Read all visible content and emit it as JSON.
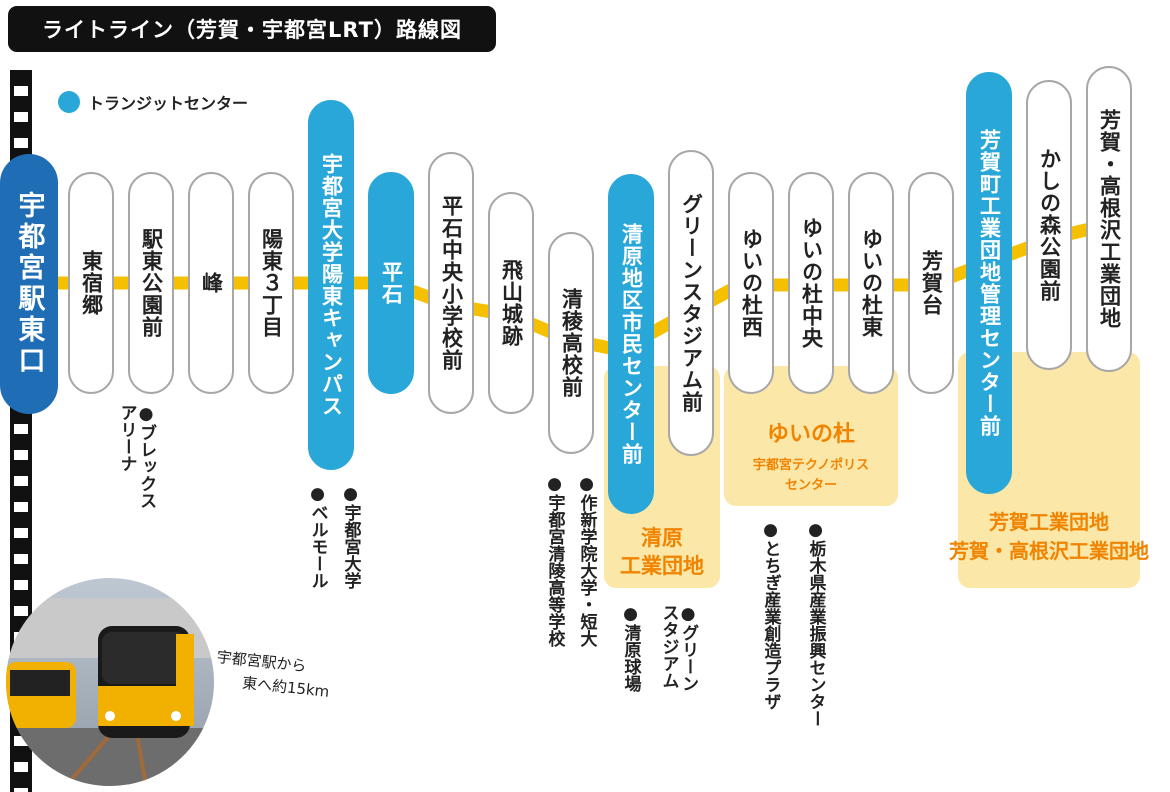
{
  "title": "ライトライン（芳賀・宇都宮LRT）路線図",
  "legend": {
    "label": "トランジットセンター",
    "color": "#2aa7d9"
  },
  "colors": {
    "line": "#f5c000",
    "transit_center": "#2aa7d9",
    "terminal": "#1f6eb5",
    "zone": "#fbe7a7",
    "zone_text": "#f08300"
  },
  "stations": [
    {
      "name": "宇都宮駅東口"
    },
    {
      "name": "東宿郷"
    },
    {
      "name": "駅東公園前"
    },
    {
      "name": "峰"
    },
    {
      "name": "陽東３丁目"
    },
    {
      "name": "宇都宮大学陽東キャンパス"
    },
    {
      "name": "平石"
    },
    {
      "name": "平石中央小学校前"
    },
    {
      "name": "飛山城跡"
    },
    {
      "name": "清稜高校前"
    },
    {
      "name": "清原地区市民センター前"
    },
    {
      "name": "グリーンスタジアム前"
    },
    {
      "name": "ゆいの杜西"
    },
    {
      "name": "ゆいの杜中央"
    },
    {
      "name": "ゆいの杜東"
    },
    {
      "name": "芳賀台"
    },
    {
      "name": "芳賀町工業団地管理センター前"
    },
    {
      "name": "かしの森公園前"
    },
    {
      "name": "芳賀・高根沢工業団地"
    }
  ],
  "zones": {
    "kiyohara": {
      "line1": "清原",
      "line2": "工業団地"
    },
    "yuinomori": {
      "name": "ゆいの杜",
      "sub1": "宇都宮テクノポリス",
      "sub2": "センター"
    },
    "haga": {
      "line1": "芳賀工業団地",
      "line2": "芳賀・高根沢工業団地"
    }
  },
  "pois": {
    "brex": "●ブレックス\nアリーナ",
    "university": "●宇都宮大学",
    "bell": "●ベルモール",
    "sakushin": "●作新学院大学・短大",
    "seiryo": "●宇都宮清陵高等学校",
    "kiyohara_ball": "●清原球場",
    "green_stadium": "●グリーン\nスタジアム",
    "tochigi": "●とちぎ産業創造プラザ",
    "tochigi_center": "●栃木県産業振興センター"
  },
  "distance": {
    "line1": "宇都宮駅から",
    "line2": "東へ約15km"
  }
}
